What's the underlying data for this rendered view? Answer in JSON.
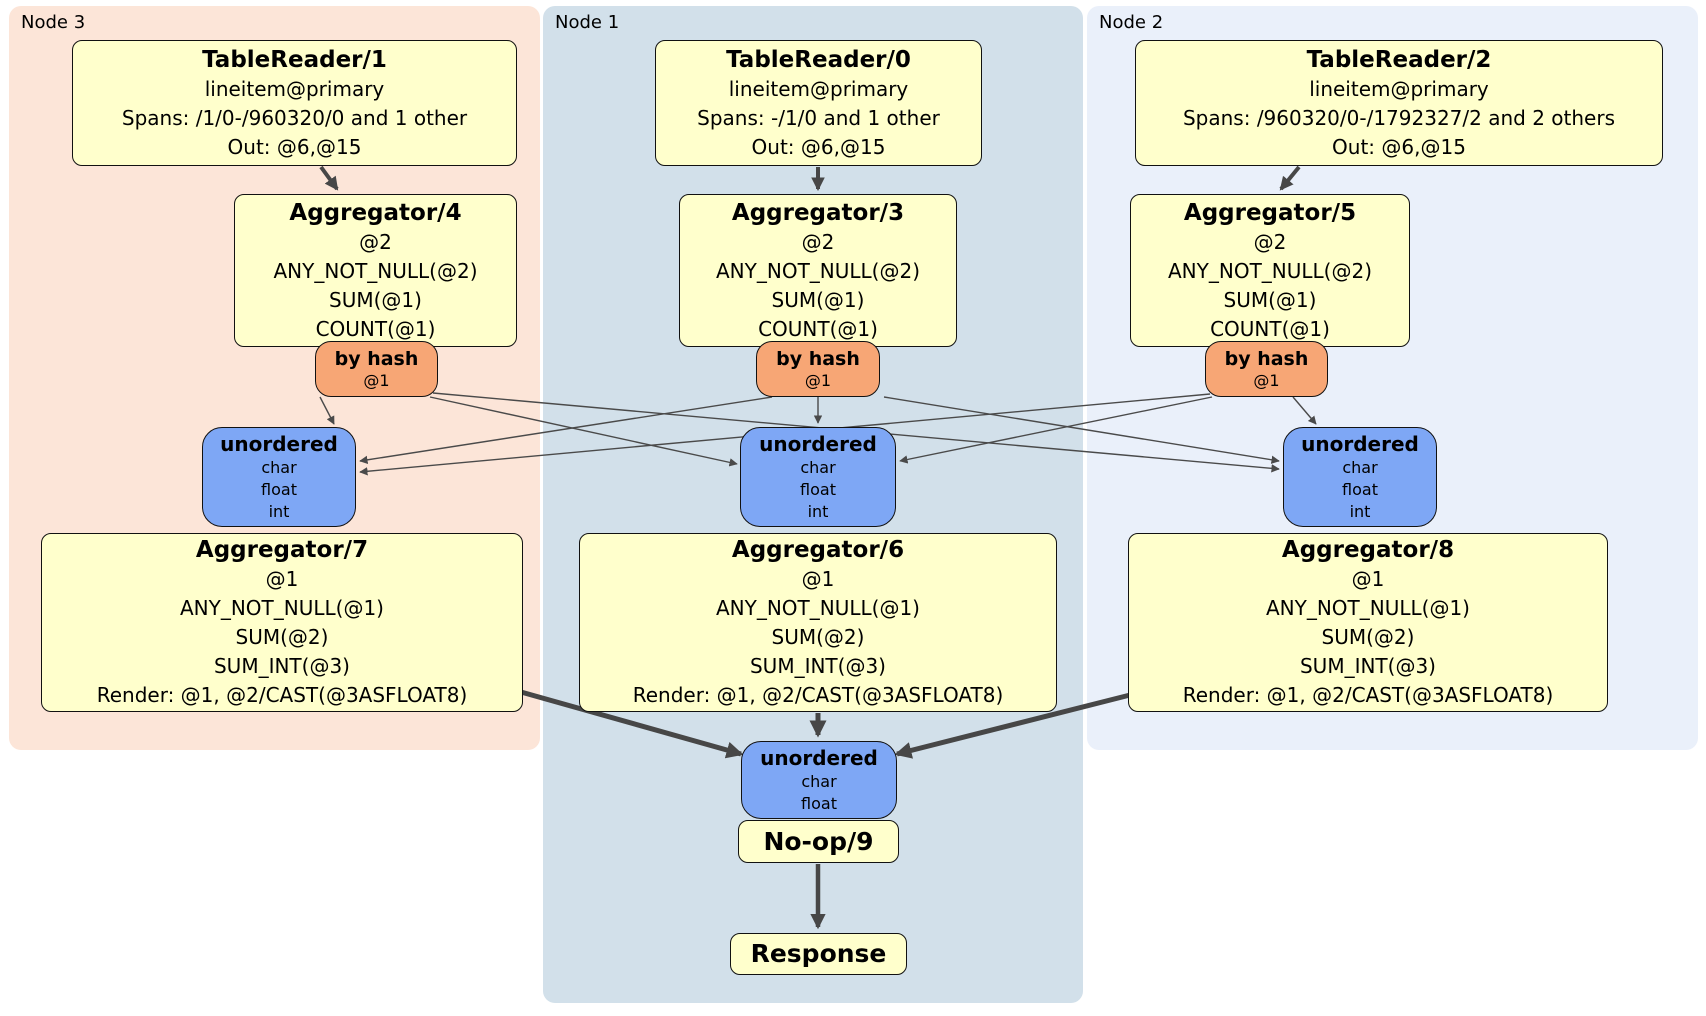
{
  "diagram": {
    "type": "distributed-sql-plan",
    "panels": [
      {
        "label": "Node 3"
      },
      {
        "label": "Node 1"
      },
      {
        "label": "Node 2"
      }
    ],
    "boxes": {
      "tr1": {
        "title": "TableReader/1",
        "lines": [
          "lineitem@primary",
          "Spans: /1/0-/960320/0 and 1 other",
          "Out: @6,@15"
        ]
      },
      "agg4": {
        "title": "Aggregator/4",
        "lines": [
          "@2",
          "ANY_NOT_NULL(@2)",
          "SUM(@1)",
          "COUNT(@1)"
        ]
      },
      "hash3": {
        "title": "by hash",
        "lines": [
          "@1"
        ]
      },
      "uno3": {
        "title": "unordered",
        "lines": [
          "char",
          "float",
          "int"
        ]
      },
      "agg7": {
        "title": "Aggregator/7",
        "lines": [
          "@1",
          "ANY_NOT_NULL(@1)",
          "SUM(@2)",
          "SUM_INT(@3)",
          "Render: @1, @2/CAST(@3ASFLOAT8)"
        ]
      },
      "tr0": {
        "title": "TableReader/0",
        "lines": [
          "lineitem@primary",
          "Spans: -/1/0 and 1 other",
          "Out: @6,@15"
        ]
      },
      "agg3": {
        "title": "Aggregator/3",
        "lines": [
          "@2",
          "ANY_NOT_NULL(@2)",
          "SUM(@1)",
          "COUNT(@1)"
        ]
      },
      "hash1": {
        "title": "by hash",
        "lines": [
          "@1"
        ]
      },
      "uno1": {
        "title": "unordered",
        "lines": [
          "char",
          "float",
          "int"
        ]
      },
      "agg6": {
        "title": "Aggregator/6",
        "lines": [
          "@1",
          "ANY_NOT_NULL(@1)",
          "SUM(@2)",
          "SUM_INT(@3)",
          "Render: @1, @2/CAST(@3ASFLOAT8)"
        ]
      },
      "tr2": {
        "title": "TableReader/2",
        "lines": [
          "lineitem@primary",
          "Spans: /960320/0-/1792327/2 and 2 others",
          "Out: @6,@15"
        ]
      },
      "agg5": {
        "title": "Aggregator/5",
        "lines": [
          "@2",
          "ANY_NOT_NULL(@2)",
          "SUM(@1)",
          "COUNT(@1)"
        ]
      },
      "hash2": {
        "title": "by hash",
        "lines": [
          "@1"
        ]
      },
      "uno2": {
        "title": "unordered",
        "lines": [
          "char",
          "float",
          "int"
        ]
      },
      "agg8": {
        "title": "Aggregator/8",
        "lines": [
          "@1",
          "ANY_NOT_NULL(@1)",
          "SUM(@2)",
          "SUM_INT(@3)",
          "Render: @1, @2/CAST(@3ASFLOAT8)"
        ]
      },
      "unoFinal": {
        "title": "unordered",
        "lines": [
          "char",
          "float"
        ]
      },
      "noop": {
        "title": "No-op/9",
        "lines": []
      },
      "response": {
        "title": "Response",
        "lines": []
      }
    },
    "colors": {
      "node3_bg": "#fce5d8",
      "node1_bg": "#d2e0ea",
      "node2_bg": "#eaf0fa",
      "processor_box": "#ffffcc",
      "router_box": "#f7a675",
      "sync_box": "#7ea7f5",
      "edge": "#4a4a4a",
      "border": "#111111"
    }
  }
}
